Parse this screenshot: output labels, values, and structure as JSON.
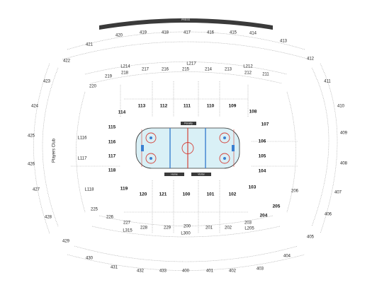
{
  "colors": {
    "ice": "#d9f0f6",
    "rink_line_red": "#d4423a",
    "rink_line_blue": "#3b7fd0",
    "bar": "#3a3a3a",
    "text": "#222222"
  },
  "labels": {
    "players_club": "Players Club",
    "pressbox": "PRESS",
    "penalty": "Penalty",
    "home_bench": "Home",
    "visitor_bench": "Visitor"
  },
  "sections": {
    "upper_top": [
      "420",
      "419",
      "418",
      "417",
      "416",
      "415",
      "414"
    ],
    "upper_right": [
      "413",
      "412",
      "411",
      "410",
      "409",
      "408",
      "407",
      "406",
      "405",
      "404",
      "403"
    ],
    "upper_bottom": [
      "402",
      "401",
      "400",
      "433",
      "432"
    ],
    "upper_left": [
      "431",
      "430",
      "429",
      "428",
      "427",
      "426",
      "425",
      "424",
      "423",
      "422",
      "421"
    ],
    "suites_top": [
      "L214",
      "L217",
      "L212"
    ],
    "suites_bottom": [
      "L315",
      "L300"
    ],
    "club_top": [
      "219",
      "218",
      "217",
      "216",
      "215",
      "214",
      "213",
      "212",
      "211"
    ],
    "club_bottom": [
      "227",
      "228",
      "229",
      "200",
      "201",
      "202",
      "203",
      "L205"
    ],
    "left_mid": [
      "220",
      "225",
      "226",
      "L116",
      "L117",
      "L118",
      "115",
      "116",
      "117",
      "118",
      "119",
      "114"
    ],
    "lower_top": [
      "113",
      "112",
      "111",
      "110",
      "109",
      "108"
    ],
    "lower_right": [
      "107",
      "106",
      "105",
      "104",
      "103",
      "204",
      "205",
      "206"
    ],
    "lower_bottom": [
      "120",
      "121",
      "100",
      "101",
      "102"
    ]
  }
}
